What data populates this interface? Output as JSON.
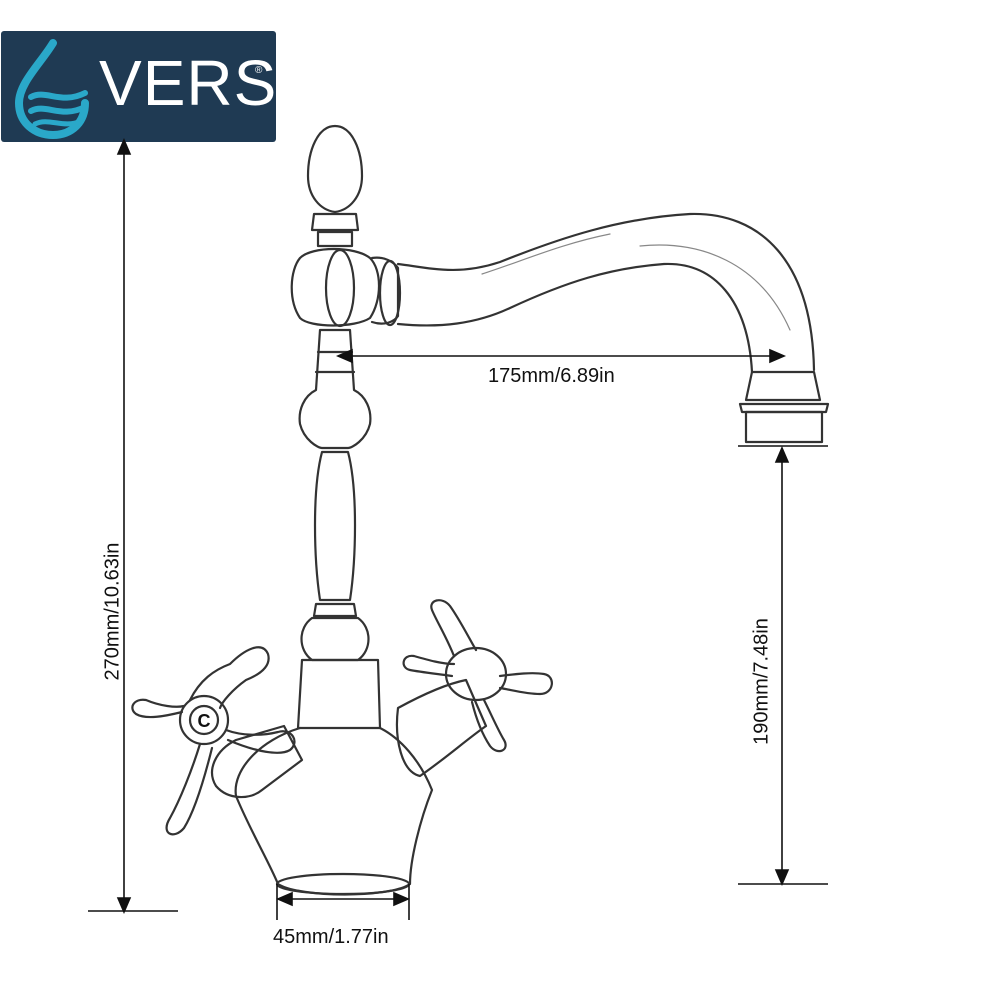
{
  "brand": {
    "name": "VERSO",
    "mark": "®",
    "colors": {
      "background": "#1f3a53",
      "drop": "#2aa8c9",
      "text": "#ffffff"
    }
  },
  "dimensions": {
    "total_height": "270mm/10.63in",
    "spout_reach": "175mm/6.89in",
    "spout_height": "190mm/7.48in",
    "base_width": "45mm/1.77in"
  },
  "handles": {
    "left_label": "C"
  },
  "icons": [
    "water-drop-icon"
  ]
}
